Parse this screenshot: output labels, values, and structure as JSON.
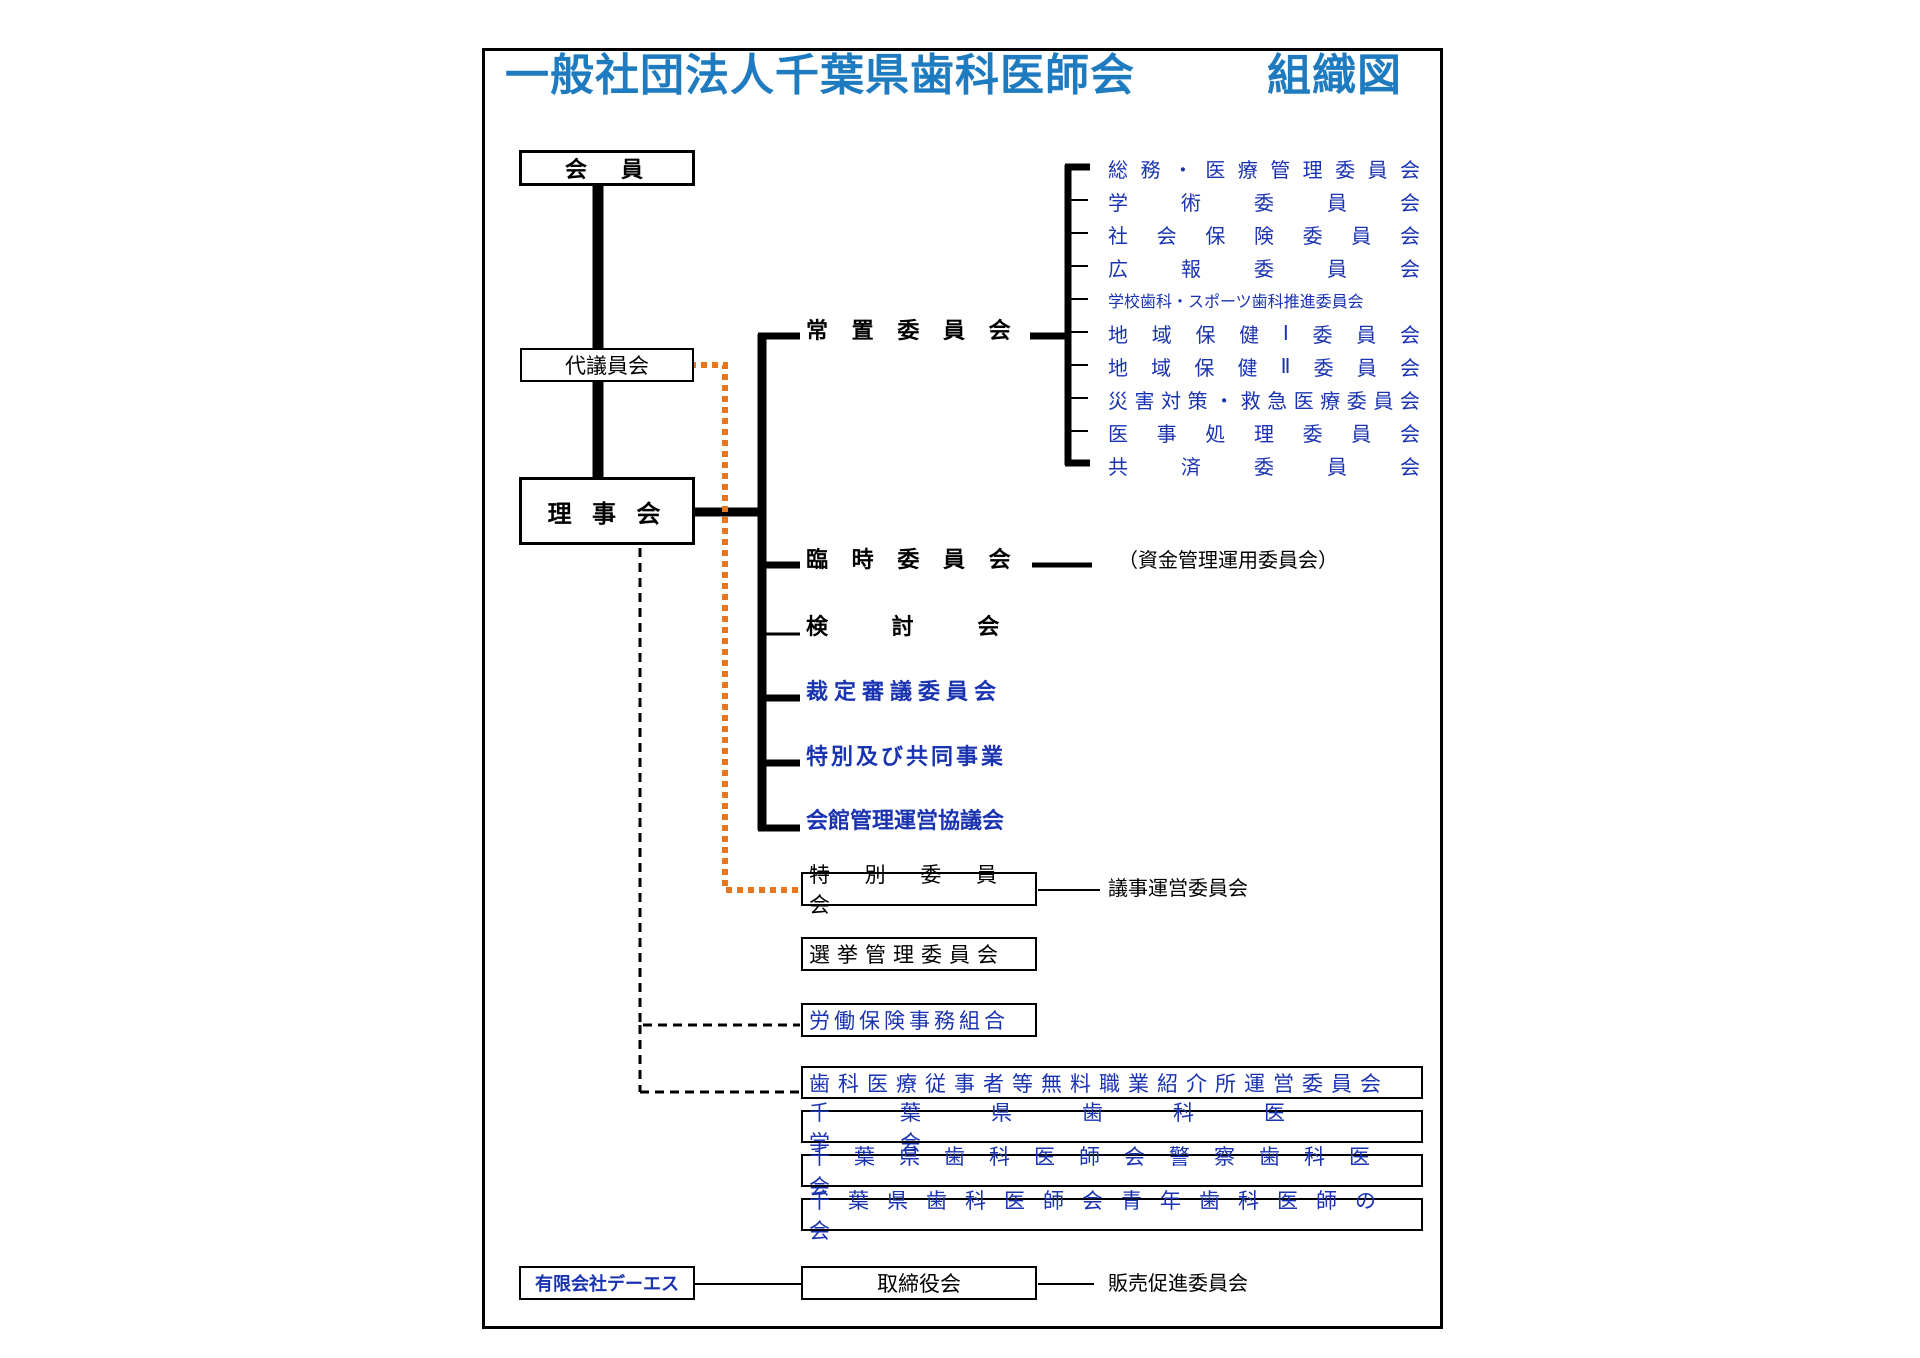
{
  "title": "一般社団法人千葉県歯科医師会",
  "title_suffix": "組織図",
  "colors": {
    "title": "#1f7bbf",
    "blue_text": "#1a33b0",
    "orange_link": "#e8761c",
    "line": "#000000"
  },
  "nodes": {
    "kaiin": "会　員",
    "daigiinkai": "代議員会",
    "rijikai": "理 事 会",
    "joochi": "常 置 委 員 会",
    "rinji": "臨 時 委 員 会",
    "rinji_note": "（資金管理運用委員会）",
    "kentoukai": "検 討 会",
    "saitei": "裁定審議委員会",
    "tokubetsu_kyoudou": "特別及び共同事業",
    "kaikan": "会館管理運営協議会",
    "tokubetsu_iinkai": "特 別 委 員 会",
    "tokubetsu_note": "議事運営委員会",
    "senkyo": "選挙管理委員会",
    "roudou": "労働保険事務組合",
    "shika_iryou": "歯科医療従事者等無料職業紹介所運営委員会",
    "igakkai": "千葉県歯科医学会",
    "keisatsu": "千葉県歯科医師会警察歯科医会",
    "seinen": "千葉県歯科医師会青年歯科医師の会",
    "dees": "有限会社デーエス",
    "torishimari": "取締役会",
    "hanbai": "販売促進委員会"
  },
  "standing_committees": [
    "総務・医療管理委員会",
    "学術委員会",
    "社会保険委員会",
    "広報委員会",
    "学校歯科・スポーツ歯科推進委員会",
    "地域保健Ⅰ委員会",
    "地域保健Ⅱ委員会",
    "災害対策・救急医療委員会",
    "医事処理委員会",
    "共済委員会"
  ]
}
